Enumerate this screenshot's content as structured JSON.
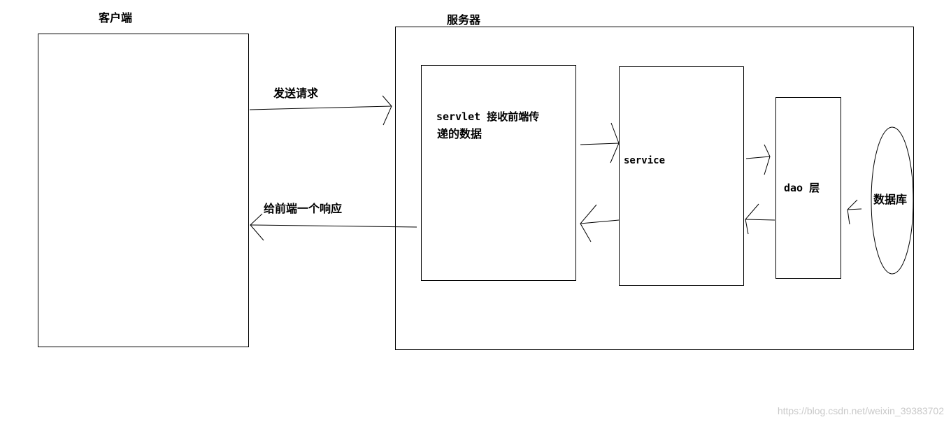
{
  "client": {
    "title": "客户端"
  },
  "server": {
    "title": "服务器"
  },
  "servlet": {
    "label_line1": "servlet  接收前端传",
    "label_line2": "递的数据"
  },
  "service": {
    "label": "service"
  },
  "dao": {
    "label": "dao 层"
  },
  "database": {
    "label": "数据库"
  },
  "arrows": {
    "request_label": "发送请求",
    "response_label": "给前端一个响应"
  },
  "watermark": "https://blog.csdn.net/weixin_39383702"
}
